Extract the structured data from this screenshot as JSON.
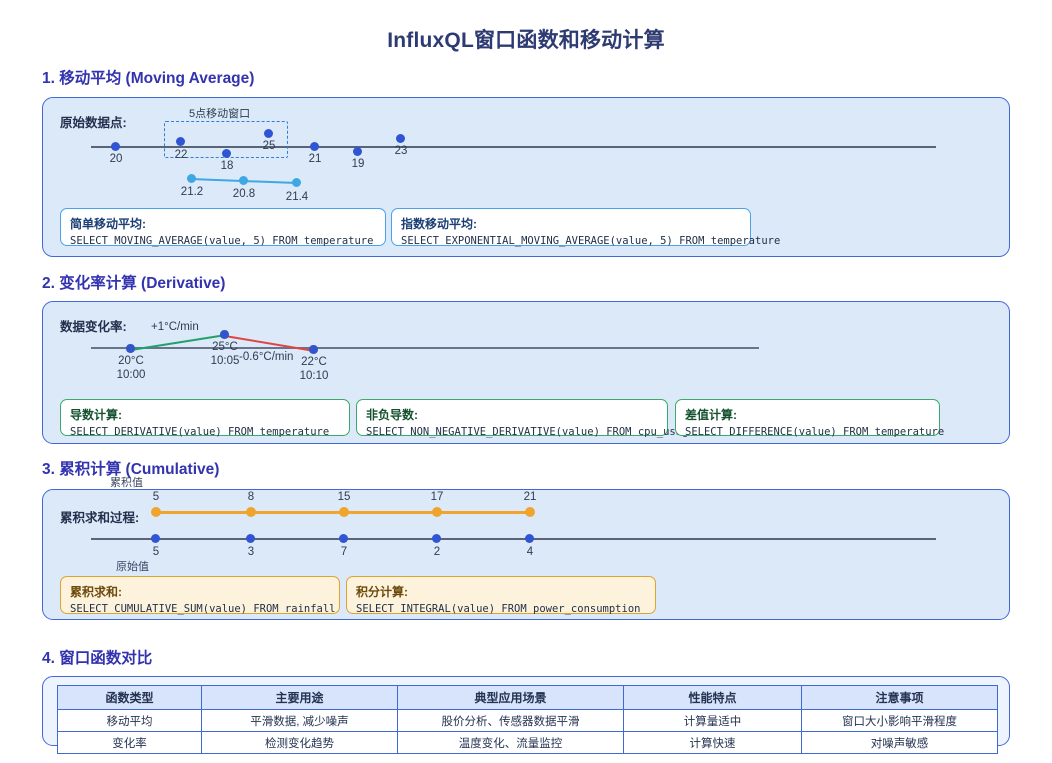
{
  "title": "InfluxQL窗口函数和移动计算",
  "sections": [
    {
      "heading": "1. 移动平均 (Moving Average)",
      "diagram_label": "原始数据点:",
      "window_caption": "5点移动窗口",
      "raw_values": [
        "20",
        "22",
        "18",
        "25",
        "21",
        "19",
        "23"
      ],
      "ma_values": [
        "21.2",
        "20.8",
        "21.4"
      ],
      "codes": [
        {
          "title": "简单移动平均:",
          "sql": "SELECT MOVING_AVERAGE(value, 5) FROM temperature"
        },
        {
          "title": "指数移动平均:",
          "sql": "SELECT EXPONENTIAL_MOVING_AVERAGE(value, 5) FROM temperature"
        }
      ]
    },
    {
      "heading": "2. 变化率计算 (Derivative)",
      "diagram_label": "数据变化率:",
      "points": [
        {
          "value": "20°C",
          "time": "10:00"
        },
        {
          "value": "25°C",
          "time": "10:05"
        },
        {
          "value": "22°C",
          "time": "10:10"
        }
      ],
      "rates": [
        "+1°C/min",
        "-0.6°C/min"
      ],
      "codes": [
        {
          "title": "导数计算:",
          "sql": "SELECT DERIVATIVE(value) FROM temperature"
        },
        {
          "title": "非负导数:",
          "sql": "SELECT NON_NEGATIVE_DERIVATIVE(value) FROM cpu_usage"
        },
        {
          "title": "差值计算:",
          "sql": "SELECT DIFFERENCE(value) FROM temperature"
        }
      ]
    },
    {
      "heading": "3. 累积计算 (Cumulative)",
      "diagram_label": "累积求和过程:",
      "cumulative_caption": "累积值",
      "raw_caption": "原始值",
      "cumulative_values": [
        "5",
        "8",
        "15",
        "17",
        "21"
      ],
      "raw_values": [
        "5",
        "3",
        "7",
        "2",
        "4"
      ],
      "codes": [
        {
          "title": "累积求和:",
          "sql": "SELECT CUMULATIVE_SUM(value) FROM rainfall"
        },
        {
          "title": "积分计算:",
          "sql": "SELECT INTEGRAL(value) FROM power_consumption"
        }
      ]
    },
    {
      "heading": "4. 窗口函数对比"
    }
  ],
  "table": {
    "headers": [
      "函数类型",
      "主要用途",
      "典型应用场景",
      "性能特点",
      "注意事项"
    ],
    "rows": [
      [
        "移动平均",
        "平滑数据, 减少噪声",
        "股价分析、传感器数据平滑",
        "计算量适中",
        "窗口大小影响平滑程度"
      ],
      [
        "变化率",
        "检测变化趋势",
        "温度变化、流量监控",
        "计算快速",
        "对噪声敏感"
      ]
    ]
  },
  "colors": {
    "title": "#2e3b73",
    "heading": "#3333b0",
    "panel_bg": "#dce9f9",
    "panel_border": "#4169d6",
    "point_blue": "#2f55d4",
    "point_lightblue": "#3ea8e5",
    "point_orange": "#f0a42b",
    "rate_up": "#22a06b",
    "rate_down": "#e04545"
  }
}
